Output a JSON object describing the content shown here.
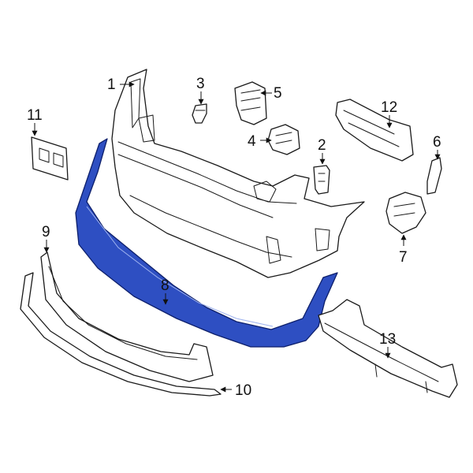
{
  "colors": {
    "outline": "#1a1a1a",
    "highlight": "#2e4fc2",
    "highlight_edge": "#0d1f6b",
    "background": "#ffffff"
  },
  "callouts": [
    {
      "id": "1",
      "label": "1"
    },
    {
      "id": "2",
      "label": "2"
    },
    {
      "id": "3",
      "label": "3"
    },
    {
      "id": "4",
      "label": "4"
    },
    {
      "id": "5",
      "label": "5"
    },
    {
      "id": "6",
      "label": "6"
    },
    {
      "id": "7",
      "label": "7"
    },
    {
      "id": "8",
      "label": "8"
    },
    {
      "id": "9",
      "label": "9"
    },
    {
      "id": "10",
      "label": "10"
    },
    {
      "id": "11",
      "label": "11"
    },
    {
      "id": "12",
      "label": "12"
    },
    {
      "id": "13",
      "label": "13"
    }
  ],
  "highlighted_part": "8"
}
